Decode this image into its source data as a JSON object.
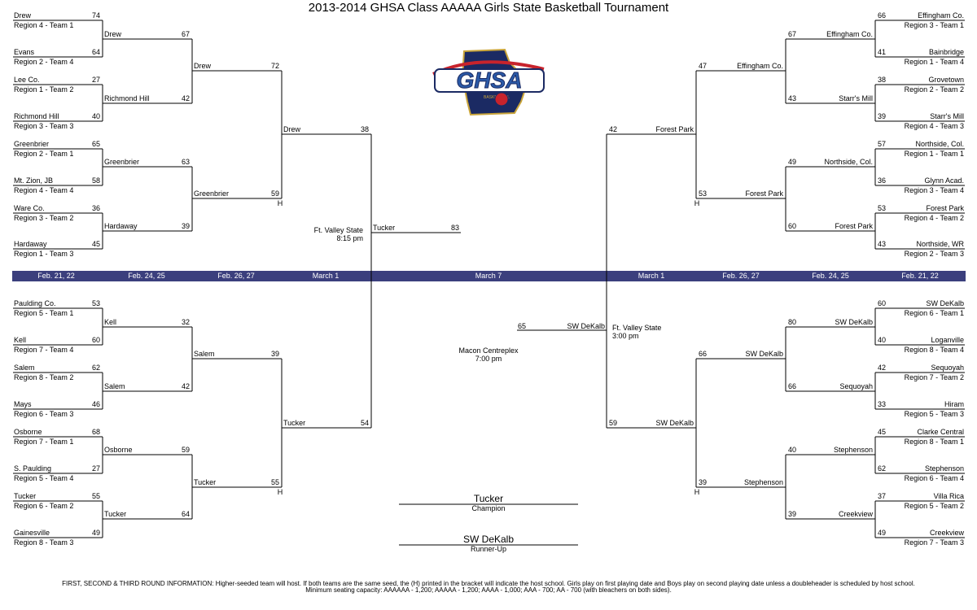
{
  "title": "2013-2014 GHSA Class AAAAA Girls State Basketball Tournament",
  "logo": {
    "text": "GHSA",
    "subtext": "BASKETBALL",
    "colors": {
      "navy": "#1b2a63",
      "gold": "#c9a43a",
      "red": "#c8232c",
      "blue": "#2b5aa8"
    }
  },
  "date_bar": {
    "color": "#3b3f7d",
    "labels": [
      "Feb. 21, 22",
      "Feb. 24, 25",
      "Feb. 26, 27",
      "March 1",
      "March 7",
      "March 1",
      "Feb. 26, 27",
      "Feb. 24, 25",
      "Feb. 21, 22"
    ]
  },
  "left_top": {
    "r1": [
      {
        "name": "Drew",
        "seed": "Region 4 - Team 1",
        "score": "74"
      },
      {
        "name": "Evans",
        "seed": "Region 2 - Team 4",
        "score": "64"
      },
      {
        "name": "Lee Co.",
        "seed": "Region 1 - Team 2",
        "score": "27"
      },
      {
        "name": "Richmond Hill",
        "seed": "Region 3 - Team 3",
        "score": "40"
      },
      {
        "name": "Greenbrier",
        "seed": "Region 2 - Team 1",
        "score": "65"
      },
      {
        "name": "Mt. Zion, JB",
        "seed": "Region 4 - Team 4",
        "score": "58"
      },
      {
        "name": "Ware Co.",
        "seed": "Region 3 - Team 2",
        "score": "36"
      },
      {
        "name": "Hardaway",
        "seed": "Region 1 - Team 3",
        "score": "45"
      }
    ],
    "r2": [
      {
        "name": "Drew",
        "score": "67"
      },
      {
        "name": "Richmond Hill",
        "score": "42"
      },
      {
        "name": "Greenbrier",
        "score": "63"
      },
      {
        "name": "Hardaway",
        "score": "39"
      }
    ],
    "r3": [
      {
        "name": "Drew",
        "score": "72"
      },
      {
        "name": "Greenbrier",
        "score": "59",
        "host": "H"
      }
    ],
    "r4": {
      "name": "Drew",
      "score": "38"
    }
  },
  "left_bottom": {
    "r1": [
      {
        "name": "Paulding Co.",
        "seed": "Region 5 - Team 1",
        "score": "53"
      },
      {
        "name": "Kell",
        "seed": "Region 7 - Team 4",
        "score": "60"
      },
      {
        "name": "Salem",
        "seed": "Region 8 - Team 2",
        "score": "62"
      },
      {
        "name": "Mays",
        "seed": "Region 6 - Team 3",
        "score": "46"
      },
      {
        "name": "Osborne",
        "seed": "Region 7 - Team 1",
        "score": "68"
      },
      {
        "name": "S. Paulding",
        "seed": "Region 5 - Team 4",
        "score": "27"
      },
      {
        "name": "Tucker",
        "seed": "Region 6 - Team 2",
        "score": "55"
      },
      {
        "name": "Gainesville",
        "seed": "Region 8 - Team 3",
        "score": "49"
      }
    ],
    "r2": [
      {
        "name": "Kell",
        "score": "32"
      },
      {
        "name": "Salem",
        "score": "42"
      },
      {
        "name": "Osborne",
        "score": "59"
      },
      {
        "name": "Tucker",
        "score": "64"
      }
    ],
    "r3": [
      {
        "name": "Salem",
        "score": "39"
      },
      {
        "name": "Tucker",
        "score": "55",
        "host": "H"
      }
    ],
    "r4": {
      "name": "Tucker",
      "score": "54"
    }
  },
  "right_top": {
    "r1": [
      {
        "name": "Effingham Co.",
        "seed": "Region 3 - Team 1",
        "score": "66"
      },
      {
        "name": "Bainbridge",
        "seed": "Region 1 - Team 4",
        "score": "41"
      },
      {
        "name": "Grovetown",
        "seed": "Region 2 - Team 2",
        "score": "38"
      },
      {
        "name": "Starr's Mill",
        "seed": "Region 4 - Team 3",
        "score": "39"
      },
      {
        "name": "Northside, Col.",
        "seed": "Region 1 - Team 1",
        "score": "57"
      },
      {
        "name": "Glynn Acad.",
        "seed": "Region 3 - Team 4",
        "score": "36"
      },
      {
        "name": "Forest Park",
        "seed": "Region 4 - Team 2",
        "score": "53"
      },
      {
        "name": "Northside, WR",
        "seed": "Region 2 - Team 3",
        "score": "43"
      }
    ],
    "r2": [
      {
        "name": "Effingham Co.",
        "score": "67"
      },
      {
        "name": "Starr's Mill",
        "score": "43"
      },
      {
        "name": "Northside, Col.",
        "score": "49"
      },
      {
        "name": "Forest Park",
        "score": "60"
      }
    ],
    "r3": [
      {
        "name": "Effingham Co.",
        "score": "47"
      },
      {
        "name": "Forest Park",
        "score": "53",
        "host": "H"
      }
    ],
    "r4": {
      "name": "Forest Park",
      "score": "42"
    }
  },
  "right_bottom": {
    "r1": [
      {
        "name": "SW DeKalb",
        "seed": "Region 6 - Team 1",
        "score": "60"
      },
      {
        "name": "Loganville",
        "seed": "Region 8 - Team 4",
        "score": "40"
      },
      {
        "name": "Sequoyah",
        "seed": "Region 7 - Team 2",
        "score": "42"
      },
      {
        "name": "Hiram",
        "seed": "Region 5 - Team 3",
        "score": "33"
      },
      {
        "name": "Clarke Central",
        "seed": "Region 8 - Team 1",
        "score": "45"
      },
      {
        "name": "Stephenson",
        "seed": "Region 6 - Team 4",
        "score": "62"
      },
      {
        "name": "Villa Rica",
        "seed": "Region 5 - Team 2",
        "score": "37"
      },
      {
        "name": "Creekview",
        "seed": "Region 7 - Team 3",
        "score": "49"
      }
    ],
    "r2": [
      {
        "name": "SW DeKalb",
        "score": "80"
      },
      {
        "name": "Sequoyah",
        "score": "66"
      },
      {
        "name": "Stephenson",
        "score": "40"
      },
      {
        "name": "Creekview",
        "score": "39"
      }
    ],
    "r3": [
      {
        "name": "SW DeKalb",
        "score": "66"
      },
      {
        "name": "Stephenson",
        "score": "39",
        "host": "H"
      }
    ],
    "r4": {
      "name": "SW DeKalb",
      "score": "59"
    }
  },
  "semis": {
    "left": {
      "name": "Tucker",
      "score": "83",
      "venue": "Ft. Valley State",
      "time": "8:15 pm"
    },
    "right": {
      "name": "SW DeKalb",
      "score": "65",
      "venue": "Ft. Valley State",
      "time": "3:00 pm"
    }
  },
  "final": {
    "venue": "Macon Centreplex",
    "time": "7:00 pm"
  },
  "champion": {
    "name": "Tucker",
    "label": "Champion"
  },
  "runner_up": {
    "name": "SW DeKalb",
    "label": "Runner-Up"
  },
  "footer": {
    "line1": "FIRST, SECOND & THIRD ROUND INFORMATION: Higher-seeded team will host. If both teams are the same seed, the (H) printed in the bracket will indicate the host school.  Girls play on first playing date and Boys play on second playing date unless a doubleheader is scheduled by host school.",
    "line2": "Minimum seating capacity: AAAAAA - 1,200; AAAAA - 1,200; AAAA - 1,000; AAA - 700; AA - 700 (with bleachers on both sides)."
  }
}
